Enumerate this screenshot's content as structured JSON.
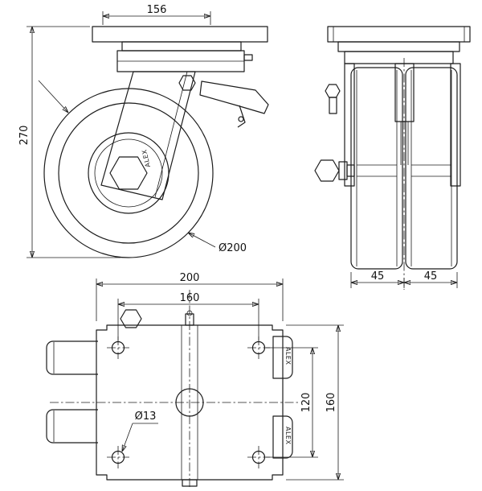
{
  "colors": {
    "line": "#1c1c1c",
    "background": "#ffffff",
    "text": "#111111"
  },
  "side_view": {
    "dim_top_plate": "156",
    "dim_overall_height": "270",
    "dim_wheel_diameter": "Ø200"
  },
  "front_view": {
    "dim_left_wheel_width": "45",
    "dim_right_wheel_width": "45"
  },
  "plan_view": {
    "dim_plate_length": "200",
    "dim_hole_spacing_horizontal": "160",
    "dim_hole_diameter": "Ø13",
    "dim_hole_spacing_vertical": "120",
    "dim_plate_width": "160"
  },
  "brand_mark": "ALEX"
}
